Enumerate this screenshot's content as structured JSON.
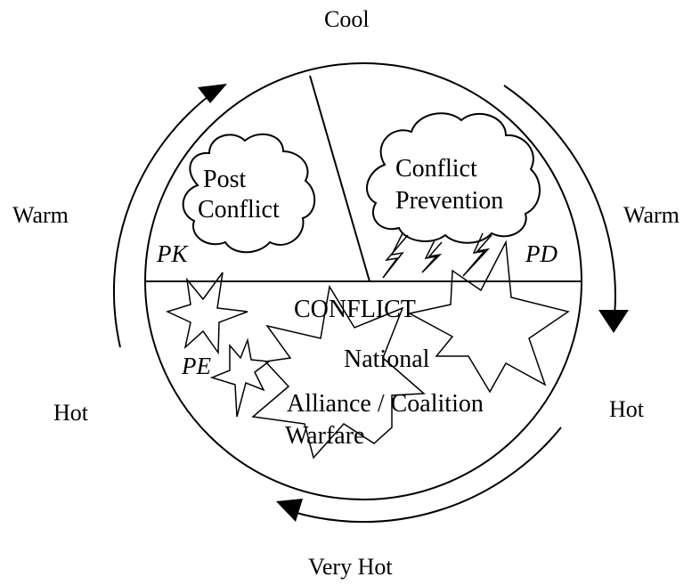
{
  "outer_labels": {
    "top": "Cool",
    "left_upper": "Warm",
    "right_upper": "Warm",
    "left_lower": "Hot",
    "right_lower": "Hot",
    "bottom": "Very Hot"
  },
  "clouds": {
    "post_conflict": [
      "Post",
      "Conflict"
    ],
    "conflict_prevention": [
      "Conflict",
      "Prevention"
    ]
  },
  "sector_labels": {
    "pk": "PK",
    "pd": "PD",
    "pe": "PE"
  },
  "conflict_area": {
    "title": "CONFLICT",
    "national": "National",
    "alliance": "Alliance / Coalition",
    "warfare": "Warfare"
  },
  "colors": {
    "line": "#000000",
    "background": "#ffffff"
  }
}
